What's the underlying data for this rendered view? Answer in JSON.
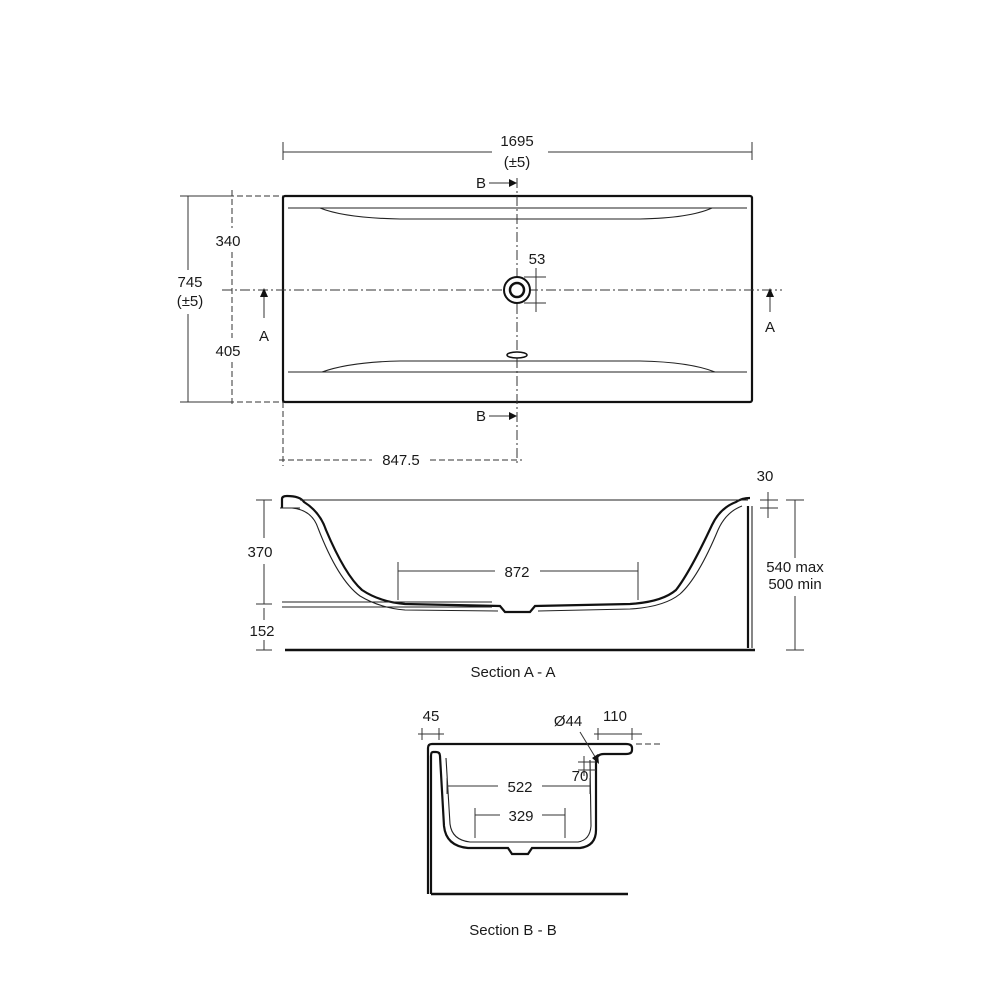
{
  "plan": {
    "overall_length": "1695",
    "length_tolerance": "(±5)",
    "overall_width": "745",
    "width_tolerance": "(±5)",
    "upper_width": "340",
    "lower_width": "405",
    "waste_diameter": "53",
    "half_length": "847.5",
    "section_a_marker": "A",
    "section_b_marker": "B"
  },
  "section_a": {
    "caption": "Section A - A",
    "rim_height": "30",
    "inner_depth": "370",
    "base_length": "872",
    "leg_height": "152",
    "total_height_max": "540 max",
    "total_height_min": "500 min"
  },
  "section_b": {
    "caption": "Section B - B",
    "rim_width": "45",
    "overflow_diameter": "Ø44",
    "deck_width": "110",
    "overflow_offset": "70",
    "inner_width": "522",
    "base_width": "329"
  }
}
